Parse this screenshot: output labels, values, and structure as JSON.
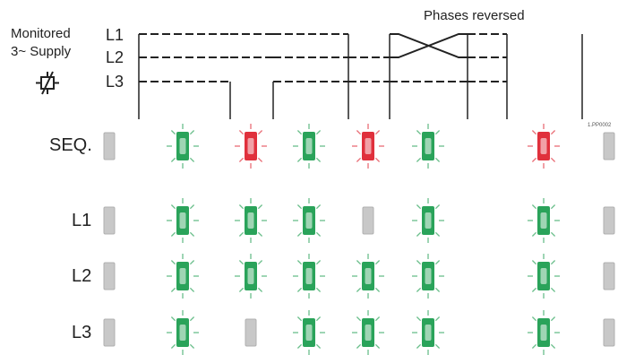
{
  "title": {
    "line1": "Monitored",
    "line2": "3~ Supply"
  },
  "phase_labels": [
    "L1",
    "L2",
    "L3"
  ],
  "annotation": "Phases reversed",
  "figure_code": "1.PP0002",
  "row_labels": [
    "SEQ.",
    "L1",
    "L2",
    "L3"
  ],
  "relay_symbol": "relay-coil-icon",
  "colors": {
    "line": "#222222",
    "green": "#2aa35a",
    "red": "#e0303c",
    "off": "#c8c8c8"
  },
  "phase_states": {
    "L1": [
      "off",
      "on",
      "on",
      "on",
      "off",
      "on",
      "on",
      "off"
    ],
    "L2": [
      "off",
      "on",
      "on",
      "on",
      "on",
      "on",
      "on",
      "off"
    ],
    "L3": [
      "off",
      "on",
      "off",
      "on",
      "on",
      "on",
      "on",
      "off"
    ],
    "reversed_interval": 5
  },
  "indicator_rows": [
    {
      "row": "SEQ.",
      "states": [
        "off",
        "green",
        "red",
        "green",
        "red",
        "green",
        "red",
        "off"
      ]
    },
    {
      "row": "L1",
      "states": [
        "off",
        "green",
        "green",
        "green",
        "off",
        "green",
        "green",
        "off"
      ]
    },
    {
      "row": "L2",
      "states": [
        "off",
        "green",
        "green",
        "green",
        "green",
        "green",
        "green",
        "off"
      ]
    },
    {
      "row": "L3",
      "states": [
        "off",
        "green",
        "off",
        "green",
        "green",
        "green",
        "green",
        "off"
      ]
    }
  ]
}
